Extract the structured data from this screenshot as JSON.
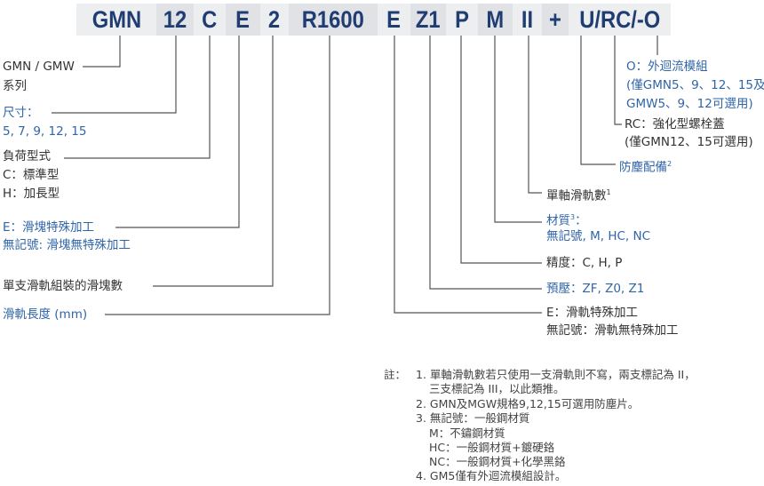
{
  "codes": [
    "GMN",
    "12",
    "C",
    "E",
    "2",
    "R1600",
    "E",
    "Z1",
    "P",
    "M",
    "II",
    "+",
    "U/RC/-O"
  ],
  "left": {
    "series": [
      "GMN / GMW",
      "系列"
    ],
    "size": [
      "尺寸：",
      "5, 7, 9, 12, 15"
    ],
    "load": [
      "負荷型式",
      "C：標準型",
      "H：加長型"
    ],
    "block_special": [
      "E：滑塊特殊加工",
      "無記號: 滑塊無特殊加工"
    ],
    "blocks_per_rail": "單支滑軌組裝的滑塊數",
    "rail_length": "滑軌長度 (mm)"
  },
  "right": {
    "o": [
      "O：外迴流模組",
      "(僅GMN5、9、12、15及",
      "GMW5、9、12可選用)"
    ],
    "rc": [
      "RC：強化型螺栓蓋",
      "(僅GMN12、15可選用)"
    ],
    "dust": "防塵配備",
    "dust_sup": "2",
    "rails": "單軸滑軌數",
    "rails_sup": "1",
    "material": "材質",
    "material_sup": "3",
    "material_colon": "：",
    "material_opts": "無記號, M, HC, NC",
    "precision": "精度：C, H, P",
    "preload": "預壓：ZF, Z0, Z1",
    "rail_special": [
      "E：滑軌特殊加工",
      "無記號：滑軌無特殊加工"
    ]
  },
  "notes": {
    "label": "註：",
    "lines": [
      "1. 單軸滑軌數若只使用一支滑軌則不寫，兩支標記為 II，",
      "三支標記為 III，以此類推。",
      "2. GMN及MGW規格9,12,15可選用防塵片。",
      "3. 無記號：一般鋼材質",
      "M：不鏽鋼材質",
      "HC：一般鋼材質+鍍硬鉻",
      "NC：一般鋼材質+化學黑鉻",
      "4. GM5僅有外迴流模組設計。"
    ]
  },
  "colors": {
    "code": "#1f3d72",
    "blue": "#2f65a8",
    "line": "#555555"
  }
}
